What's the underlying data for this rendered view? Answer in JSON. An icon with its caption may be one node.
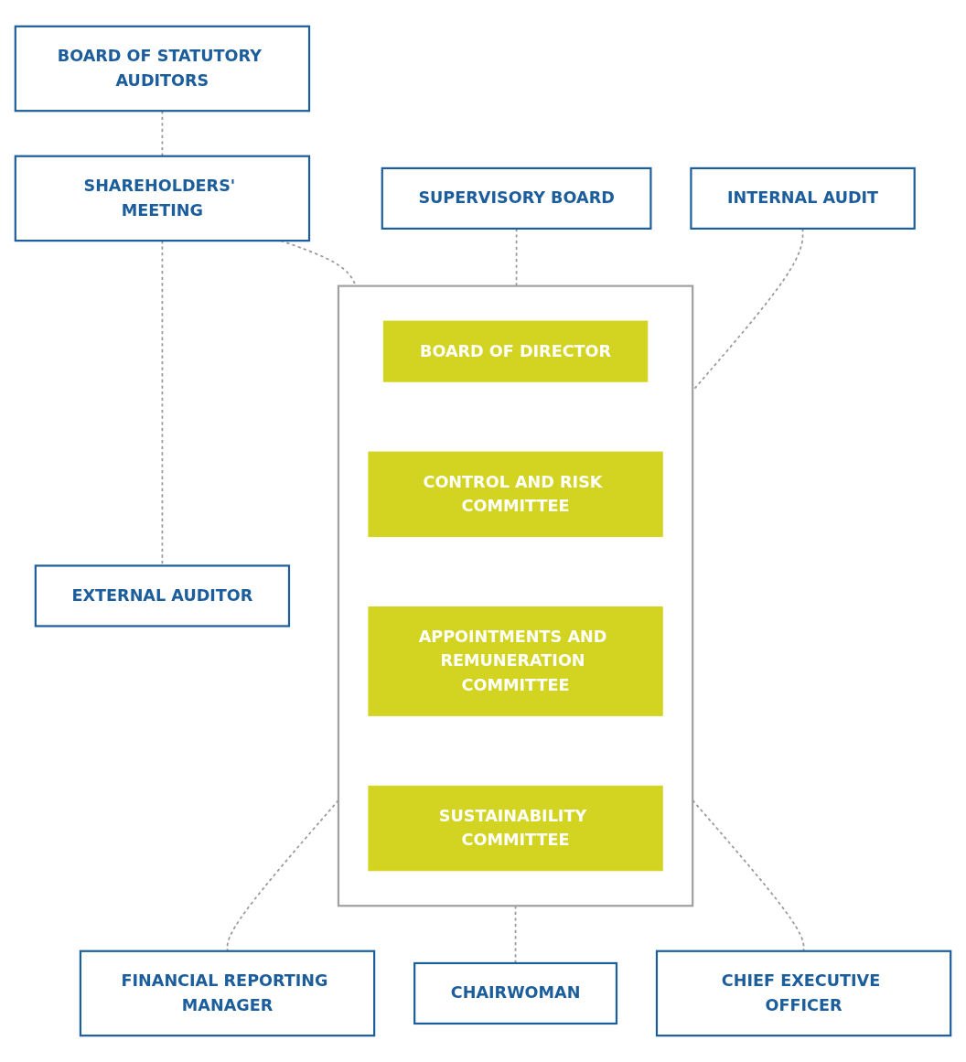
{
  "diagram": {
    "nodes": [
      {
        "text": [
          "BOARD OF STATUTORY AUDITORS"
        ]
      },
      {
        "text": [
          "SHAREHOLDERS' MEETING"
        ]
      },
      {
        "text": [
          "EXTERNAL AUDITOR"
        ]
      },
      {
        "text": [],
        "shape": "box"
      },
      {
        "text": [
          "BOARD OF DIRECTOR"
        ],
        "in": 3
      },
      {
        "text": [
          "CONTROL AND RISK COMMITTEE"
        ],
        "in": 3
      },
      {
        "text": [
          "APPOINTMENTS AND REMUNERATION COMMITTEE"
        ],
        "in": 3
      },
      {
        "text": [
          "SUSTAINABILITY COMMITTEE"
        ],
        "in": 3
      },
      {
        "text": [
          "SUPERVISORY BOARD"
        ]
      },
      {
        "text": [
          "INTERNAL AUDIT"
        ]
      },
      {
        "text": [
          "FINANCIAL REPORTING MANAGER"
        ]
      },
      {
        "text": [
          "CHAIRWOMAN"
        ]
      },
      {
        "text": [
          "CHIEF EXECUTIVE OFFICER"
        ]
      }
    ],
    "edges": [
      {
        "from": 0,
        "to": 1,
        "arrow": "none",
        "style": "dashed"
      },
      {
        "from": 1,
        "to": 2,
        "arrow": "none",
        "style": "dashed"
      },
      {
        "from": 1,
        "to": 3,
        "arrow": "none",
        "style": "dashed"
      },
      {
        "from": 8,
        "to": 3,
        "arrow": "none",
        "style": "dashed"
      },
      {
        "from": 9,
        "to": 3,
        "arrow": "none",
        "style": "dashed"
      },
      {
        "from": 3,
        "to": 10,
        "arrow": "none",
        "style": "dashed"
      },
      {
        "from": 3,
        "to": 11,
        "arrow": "none",
        "style": "dashed"
      },
      {
        "from": 3,
        "to": 12,
        "arrow": "none",
        "style": "dashed"
      }
    ]
  }
}
